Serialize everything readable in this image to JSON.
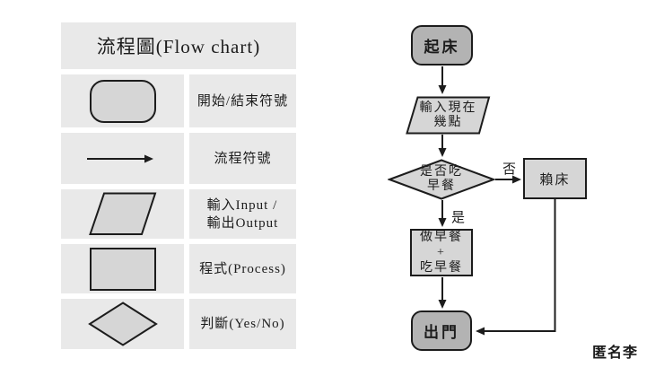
{
  "legend": {
    "title": "流程圖(Flow chart)",
    "rows": [
      {
        "symbol": "terminator-shape",
        "label": "開始/結束符號"
      },
      {
        "symbol": "flow-arrow-shape",
        "label": "流程符號"
      },
      {
        "symbol": "parallelogram-shape",
        "label_line1": "輸入Input /",
        "label_line2": "輸出Output"
      },
      {
        "symbol": "rectangle-shape",
        "label": "程式(Process)"
      },
      {
        "symbol": "diamond-shape",
        "label": "判斷(Yes/No)"
      }
    ]
  },
  "flowchart": {
    "start": "起床",
    "input_line1": "輸入現在",
    "input_line2": "幾點",
    "decision_line1": "是否吃",
    "decision_line2": "早餐",
    "no_label": "否",
    "no_node": "賴床",
    "yes_label": "是",
    "do_line1": "做早餐",
    "do_line2": "+",
    "do_line3": "吃早餐",
    "end": "出門"
  },
  "signature": "匿名李",
  "colors": {
    "cell_bg": "#e9e9e9",
    "shape_fill": "#d6d6d6",
    "terminator_fill": "#b3b3b3",
    "line_color": "#1c1c1c",
    "text_color": "#1c1c1c",
    "page_bg": "#ffffff"
  }
}
